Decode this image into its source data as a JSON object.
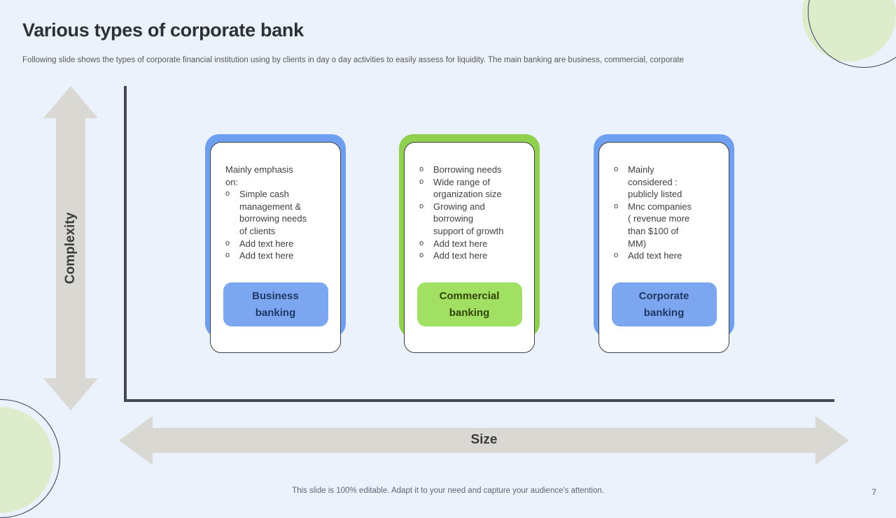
{
  "slide": {
    "title": "Various types of corporate bank",
    "subtitle": "Following slide shows the types of corporate financial institution using by clients in day o day activities to easily assess for liquidity. The main banking are business, commercial, corporate",
    "footer": "This slide is 100% editable. Adapt it to your need and capture your audience's attention.",
    "page_number": "7"
  },
  "axes": {
    "y_label": "Complexity",
    "x_label": "Size"
  },
  "bullet_marker": "o",
  "cards": [
    {
      "theme": "blue",
      "intro": "Mainly emphasis on:",
      "bullets": [
        "Simple cash management & borrowing needs of clients",
        "Add text here",
        "Add text here"
      ],
      "button_label": "Business banking"
    },
    {
      "theme": "green",
      "intro": "",
      "bullets": [
        "Borrowing needs",
        "Wide range of organization size",
        "Growing and borrowing support of growth",
        "Add text here",
        "Add text here"
      ],
      "button_label": "Commercial banking"
    },
    {
      "theme": "blue",
      "intro": "",
      "bullets": [
        "Mainly considered : publicly listed",
        "Mnc companies ( revenue more than $100 of MM)",
        "Add text here"
      ],
      "button_label": "Corporate banking"
    }
  ],
  "colors": {
    "background": "#ECF2FB",
    "blue_shape": "#6E9FF0",
    "blue_button": "#7CA7F0",
    "blue_button_text": "#1F3864",
    "green_shape": "#8FD14F",
    "green_button": "#A2E063",
    "green_button_text": "#314409",
    "arrow_gray": "#D9D8D3",
    "axis_dark": "#45484E",
    "body_text": "#404040",
    "muted_text": "#595959",
    "corner_circle_fill": "#DDEDCC",
    "corner_circle_stroke": "#34415C"
  }
}
